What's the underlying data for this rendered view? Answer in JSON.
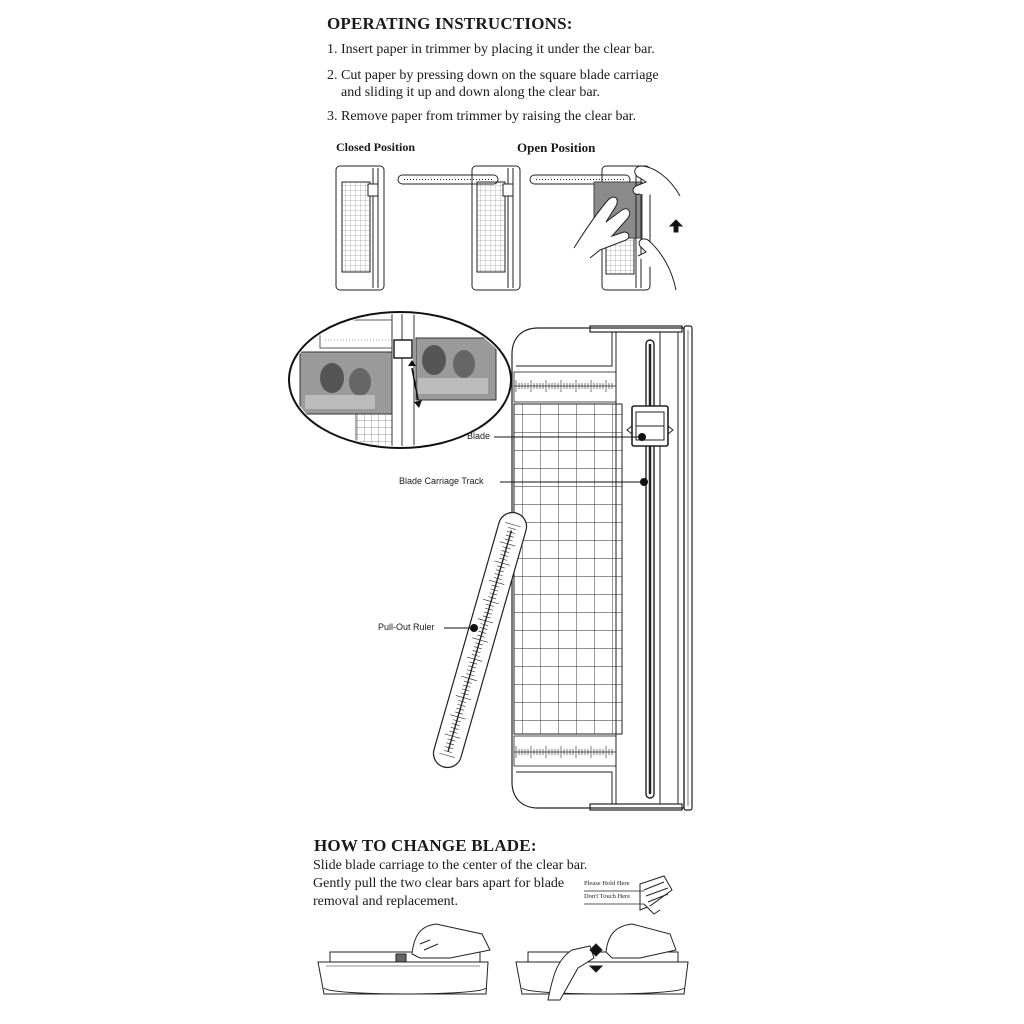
{
  "instructions": {
    "title": "OPERATING INSTRUCTIONS:",
    "steps": [
      "1. Insert paper in trimmer by placing it under the clear bar.",
      "2. Cut paper by pressing down on the square blade carriage",
      "and sliding it up and down along the clear bar.",
      "3. Remove paper from trimmer by raising the clear bar."
    ]
  },
  "positions": {
    "closed": "Closed Position",
    "open": "Open Position"
  },
  "callouts": {
    "blade": "Blade",
    "track": "Blade Carriage Track",
    "ruler": "Pull-Out Ruler"
  },
  "change_blade": {
    "title": "HOW TO CHANGE BLADE:",
    "lines": [
      "Slide blade carriage to the center of the clear bar.",
      "Gently pull the two clear bars apart for blade",
      "removal and replacement."
    ],
    "hold_label": "Please Hold Here",
    "dont_touch_label": "Don't Touch Here"
  },
  "colors": {
    "ink": "#1a1a1a",
    "paper_gray": "#8a8a8a"
  }
}
